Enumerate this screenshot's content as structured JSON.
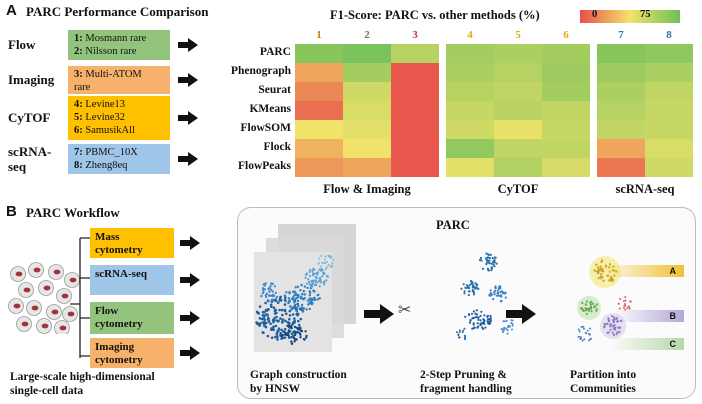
{
  "panel_a": {
    "letter": "A",
    "title": "PARC Performance Comparison",
    "datasets": [
      {
        "category": "Flow",
        "lines": [
          {
            "num": "1",
            "name": "Mosmann rare"
          },
          {
            "num": "2",
            "name": "Nilsson rare"
          }
        ],
        "color": "#93c47d"
      },
      {
        "category": "Imaging",
        "lines": [
          {
            "num": "3",
            "name": "Multi-ATOM"
          },
          {
            "num": "",
            "name": "rare"
          }
        ],
        "color": "#f6b26b"
      },
      {
        "category": "CyTOF",
        "lines": [
          {
            "num": "4",
            "name": "Levine13"
          },
          {
            "num": "5",
            "name": "Levine32"
          },
          {
            "num": "6",
            "name": "SamusikAll"
          }
        ],
        "color": "#ffc000"
      },
      {
        "category": "scRNA-\nseq",
        "lines": [
          {
            "num": "7",
            "name": "PBMC_10X"
          },
          {
            "num": "8",
            "name": "Zheng8eq"
          }
        ],
        "color": "#9fc5e8"
      }
    ]
  },
  "chart_data": {
    "type": "heatmap",
    "title": "F1-Score: PARC vs. other methods (%)",
    "colorbar": {
      "min_label": "0",
      "max_label": "75",
      "low_color": "#e8504a",
      "mid_color": "#f3e36a",
      "high_color": "#6fbf5a"
    },
    "columns": [
      "1",
      "2",
      "3",
      "4",
      "5",
      "6",
      "7",
      "8"
    ],
    "column_colors": [
      "#b8860b",
      "#5a7f3a",
      "#c0392b",
      "#e0b000",
      "#e0b000",
      "#e0b000",
      "#2e75b6",
      "#2e75b6"
    ],
    "rows": [
      "PARC",
      "Phenograph",
      "Seurat",
      "KMeans",
      "FlowSOM",
      "Flock",
      "FlowPeaks"
    ],
    "groups": [
      {
        "label": "Flow & Imaging",
        "columns": [
          0,
          1,
          2
        ]
      },
      {
        "label": "CyTOF",
        "columns": [
          3,
          4,
          5
        ]
      },
      {
        "label": "scRNA-seq",
        "columns": [
          6,
          7
        ]
      }
    ],
    "values": [
      [
        68,
        72,
        55,
        60,
        58,
        60,
        68,
        66
      ],
      [
        22,
        60,
        2,
        58,
        55,
        62,
        62,
        58
      ],
      [
        14,
        48,
        2,
        55,
        52,
        60,
        58,
        52
      ],
      [
        8,
        45,
        2,
        50,
        54,
        52,
        55,
        50
      ],
      [
        38,
        42,
        2,
        48,
        40,
        50,
        52,
        50
      ],
      [
        25,
        38,
        2,
        65,
        52,
        52,
        22,
        45
      ],
      [
        18,
        22,
        2,
        42,
        56,
        46,
        10,
        48
      ]
    ]
  },
  "panel_b": {
    "letter": "B",
    "title": "PARC Workflow",
    "inputs": [
      {
        "label": "Mass\ncytometry",
        "color": "#ffc000"
      },
      {
        "label": "scRNA-seq",
        "color": "#9fc5e8"
      },
      {
        "label": "Flow\ncytometry",
        "color": "#93c47d"
      },
      {
        "label": "Imaging\ncytometry",
        "color": "#f6b26b"
      }
    ],
    "source_caption": "Large-scale high-dimensional\nsingle-cell data",
    "parc_title": "PARC",
    "steps": [
      {
        "caption": "Graph construction\nby HNSW"
      },
      {
        "caption": "2-Step Pruning &\nfragment handling"
      },
      {
        "caption": "Partition into\nCommunities"
      }
    ],
    "scissors_symbol": "✂",
    "communities": [
      {
        "label": "A",
        "color": "#f1c232"
      },
      {
        "label": "B",
        "color": "#b4a7d6"
      },
      {
        "label": "C",
        "color": "#b6d7a8"
      }
    ]
  }
}
